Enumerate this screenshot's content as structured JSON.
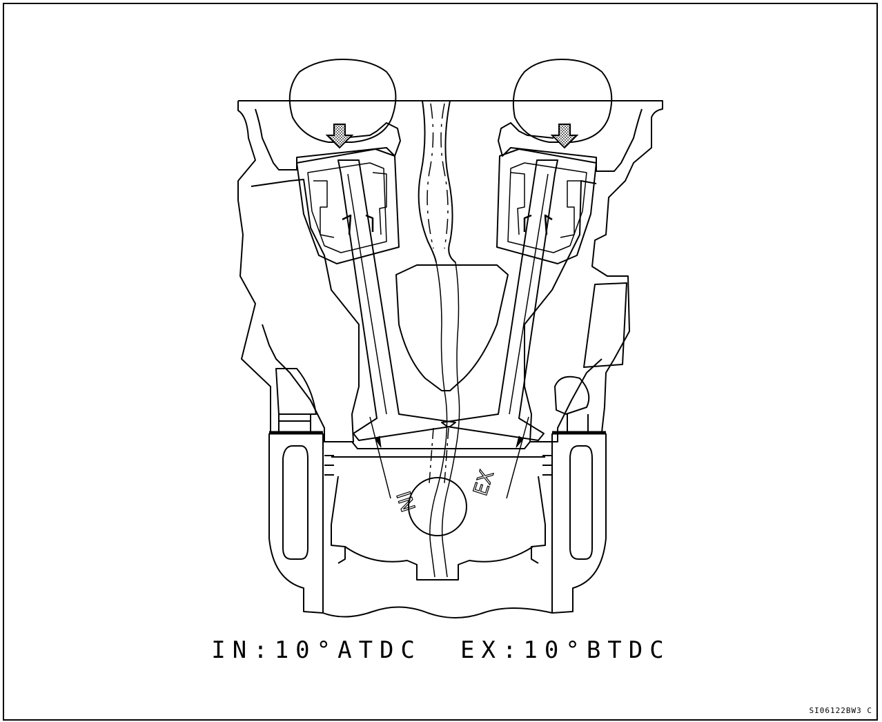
{
  "labels": {
    "intake": "IN",
    "exhaust": "EX"
  },
  "caption": {
    "intake_timing": "IN:10°ATDC",
    "exhaust_timing": "EX:10°BTDC"
  },
  "figure_code": "SI06122BW3 C",
  "colors": {
    "line": "#000000",
    "background": "#ffffff"
  }
}
